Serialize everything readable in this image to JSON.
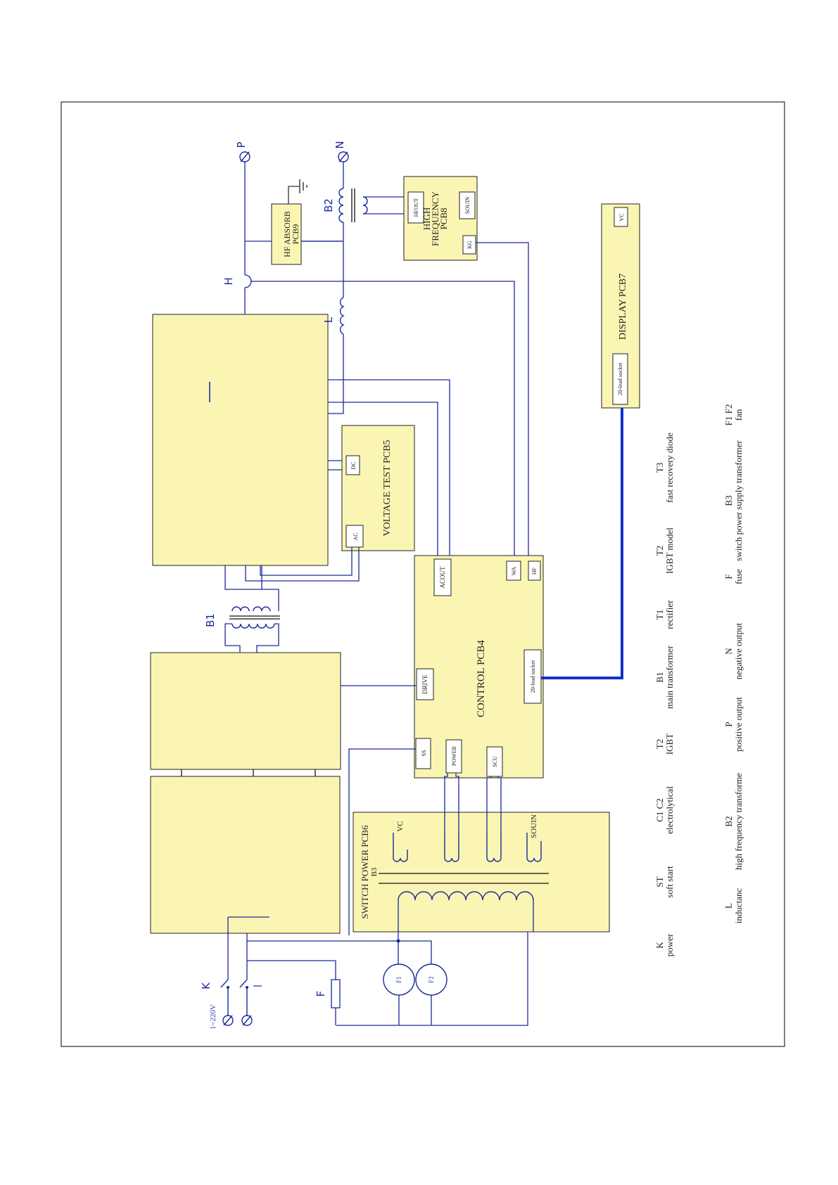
{
  "terminals": {
    "positive": "P",
    "negative": "N",
    "input_voltage": "1~220V"
  },
  "components": {
    "b2": "B2",
    "h": "H",
    "l": "L",
    "b1": "B1",
    "k": "K",
    "f": "F",
    "b3": "B3",
    "fan1": "F1",
    "fan2": "F2"
  },
  "boards": {
    "hf_absorb": {
      "name": "HF ABSORB",
      "code": "PCB9"
    },
    "high_frequency": {
      "name": "HIGH FREQUENCY",
      "code": "PCB8",
      "ports": {
        "hfout": "HFOUT",
        "souin": "SOUIN",
        "kg": "KG"
      }
    },
    "voltage_test": {
      "name": "VOLTAGE TEST PCB5",
      "ports": {
        "dc": "DC",
        "ac": "AC"
      }
    },
    "control": {
      "name": "CONTROL PCB4",
      "ports": {
        "acout": "ACOUT",
        "wa": "WA",
        "hf": "HF",
        "drive": "DRIVE",
        "socket": "20-lead socket",
        "ss": "SS",
        "power": "POWER",
        "scu": "SCU"
      }
    },
    "display": {
      "name": "DISPLAY PCB7",
      "ports": {
        "vc": "VC",
        "socket": "20-lead socket"
      }
    },
    "switch_power": {
      "name": "SWITCH POWER PCB6",
      "ports": {
        "vc": "VC",
        "souin": "SOUIN"
      }
    }
  },
  "legend": {
    "row1": [
      {
        "symbol": "K",
        "desc": "power"
      },
      {
        "symbol": "ST",
        "desc": "soft start"
      },
      {
        "symbol": "C1 C2",
        "desc": "electrolytical"
      },
      {
        "symbol": "T2",
        "desc": "IGBT"
      },
      {
        "symbol": "B1",
        "desc": "main transformer"
      },
      {
        "symbol": "T1",
        "desc": "rectifier"
      },
      {
        "symbol": "T2",
        "desc": "IGBT model"
      },
      {
        "symbol": "T3",
        "desc": "fast recovery diode"
      }
    ],
    "row2": [
      {
        "symbol": "L",
        "desc": "inductanc"
      },
      {
        "symbol": "B2",
        "desc": "high frequency transforme"
      },
      {
        "symbol": "P",
        "desc": "positive output"
      },
      {
        "symbol": "N",
        "desc": "negative output"
      },
      {
        "symbol": "F",
        "desc": "fuse"
      },
      {
        "symbol": "B3",
        "desc": "switch power supply transformer"
      },
      {
        "symbol": "F1 F2",
        "desc": "fan"
      }
    ]
  },
  "colors": {
    "wire": "#1a2a9c",
    "bus": "#1330cc",
    "board_fill": "#fbf5b4"
  }
}
